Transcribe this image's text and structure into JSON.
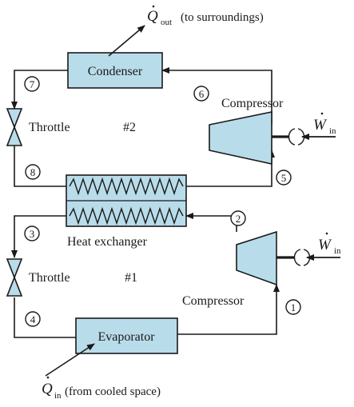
{
  "q_out": {
    "q": "Q",
    "sub": "out",
    "note": "(to surroundings)"
  },
  "q_in": {
    "q": "Q",
    "sub": "in",
    "note": "(from cooled space)"
  },
  "w_top": {
    "w": "W",
    "sub": "in"
  },
  "w_bottom": {
    "w": "W",
    "sub": "in"
  },
  "components": {
    "condenser": "Condenser",
    "compressor_top": "Compressor",
    "compressor_bottom": "Compressor",
    "throttle_top": "Throttle",
    "throttle_bottom": "Throttle",
    "heat_exchanger": "Heat exchanger",
    "evaporator": "Evaporator"
  },
  "loops": {
    "top": "#2",
    "bottom": "#1"
  },
  "states": [
    "1",
    "2",
    "3",
    "4",
    "5",
    "6",
    "7",
    "8"
  ],
  "colors": {
    "component_fill": "#b9dcea",
    "line": "#1a1a1a"
  }
}
